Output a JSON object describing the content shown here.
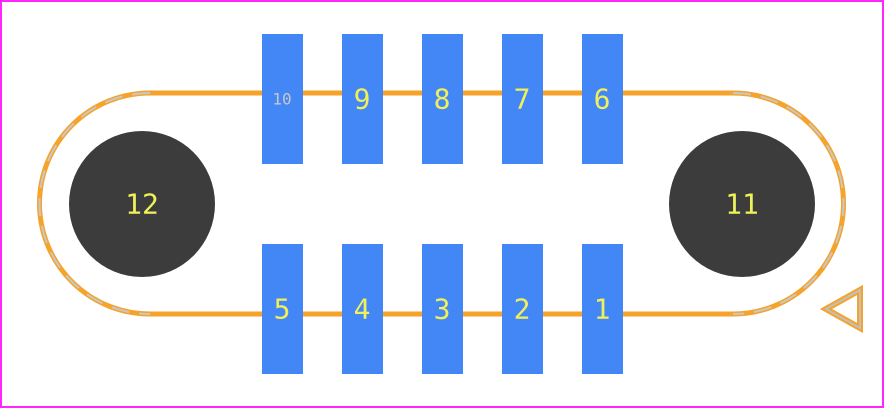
{
  "colors": {
    "border": "#ff26ff",
    "silkscreen": "#f5a32a",
    "silkscreen_arc_gap": "#c8c8c8",
    "smd_pad": "#4287f5",
    "mounting_hole": "#3c3c3c",
    "label": "#f0f05a",
    "label_small": "#c8c8c8",
    "pin1_marker": "#c0c0c0",
    "pin1_marker_outline": "#f5a32a"
  },
  "pads_top": [
    {
      "label": "10"
    },
    {
      "label": "9"
    },
    {
      "label": "8"
    },
    {
      "label": "7"
    },
    {
      "label": "6"
    }
  ],
  "pads_bottom": [
    {
      "label": "5"
    },
    {
      "label": "4"
    },
    {
      "label": "3"
    },
    {
      "label": "2"
    },
    {
      "label": "1"
    }
  ],
  "holes": [
    {
      "label": "12"
    },
    {
      "label": "11"
    }
  ],
  "icons": {
    "pin1": "pin1-marker-icon"
  }
}
